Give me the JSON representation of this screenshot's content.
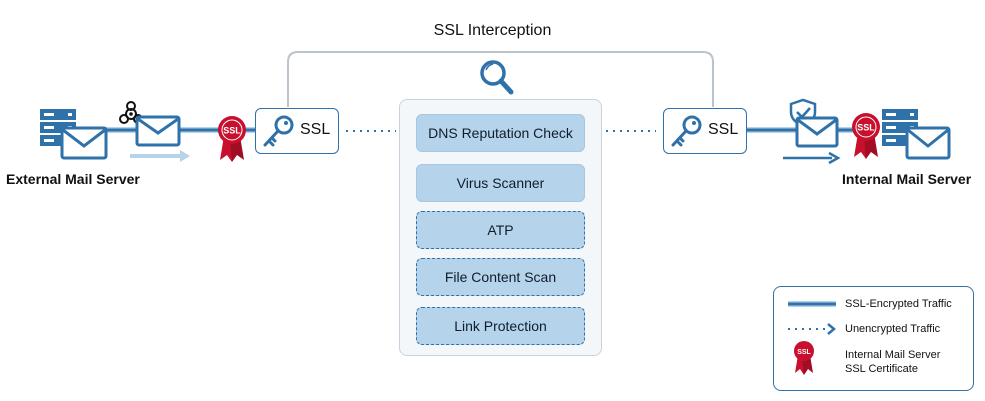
{
  "title": "SSL Interception",
  "external_server_label": "External Mail Server",
  "internal_server_label": "Internal Mail Server",
  "ssl_box_label": "SSL",
  "ssl_badge_text": "SSL",
  "modules": [
    {
      "label": "DNS Reputation Check",
      "style": "solid"
    },
    {
      "label": "Virus Scanner",
      "style": "solid"
    },
    {
      "label": "ATP",
      "style": "dashed"
    },
    {
      "label": "File Content Scan",
      "style": "dashed"
    },
    {
      "label": "Link Protection",
      "style": "dashed"
    }
  ],
  "legend": {
    "encrypted": "SSL-Encrypted Traffic",
    "unencrypted": "Unencrypted Traffic",
    "certificate_line1": "Internal Mail Server",
    "certificate_line2": "SSL Certificate"
  },
  "colors": {
    "accent": "#2f72a9",
    "light_blue": "#b6d3ec",
    "badge_red": "#c8102e"
  }
}
